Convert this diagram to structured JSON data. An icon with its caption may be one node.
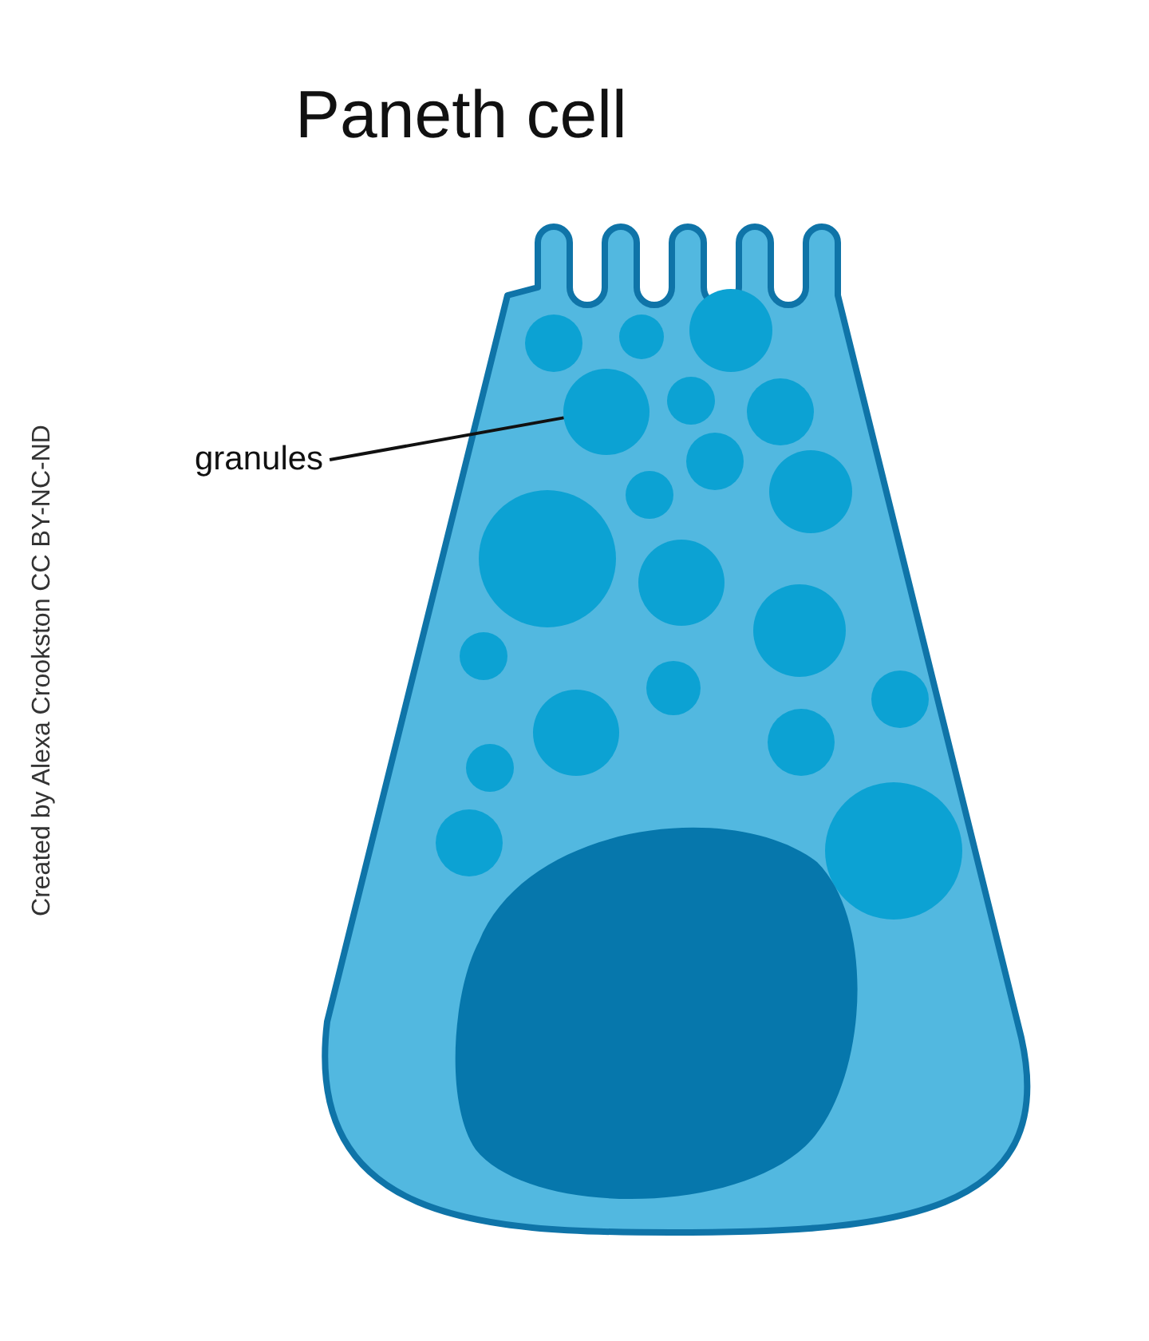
{
  "diagram": {
    "title": "Paneth cell",
    "nodes": [
      {
        "text": [
          "granules"
        ]
      },
      {
        "text": [],
        "shape": "circle"
      }
    ],
    "edges": [
      {
        "from": 0,
        "to": 1,
        "arrow": "none"
      }
    ],
    "labels": [
      "Created by Alexa Crookston CC BY-NC-ND"
    ]
  }
}
